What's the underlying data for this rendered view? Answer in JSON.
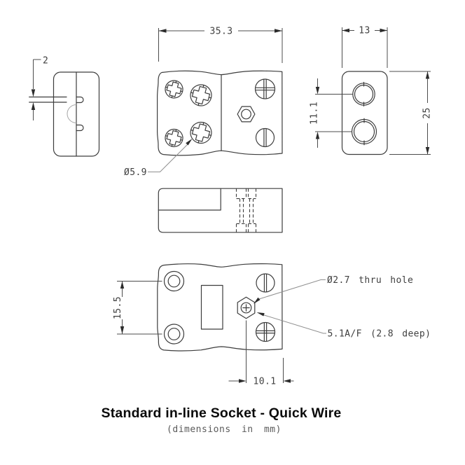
{
  "drawing": {
    "title": "Standard in-line Socket - Quick Wire",
    "subtitle": "(dimensions in mm)",
    "units": "mm",
    "views": {
      "side_profile": {
        "dim_slot_thickness": "2"
      },
      "top": {
        "dim_width": "35.3",
        "note_clamp_hole_dia": "Ø5.9"
      },
      "end": {
        "dim_width": "13",
        "dim_contact_spacing": "11.1",
        "dim_height": "25"
      },
      "bottom": {
        "dim_boss_spacing": "15.5",
        "dim_hex_offset": "10.1",
        "note_thru_hole": "Ø2.7 thru hole",
        "note_hex_socket": "5.1A/F (2.8 deep)"
      }
    },
    "colors": {
      "background": "#ffffff",
      "outline": "#3d3d3d",
      "dimension": "#4c4c4c",
      "leader": "#8f8f8f",
      "hidden_arc": "#a5a5a5",
      "text": "#3f3f3f",
      "title": "#0a0a0a",
      "subtitle": "#5a5a5a"
    }
  }
}
